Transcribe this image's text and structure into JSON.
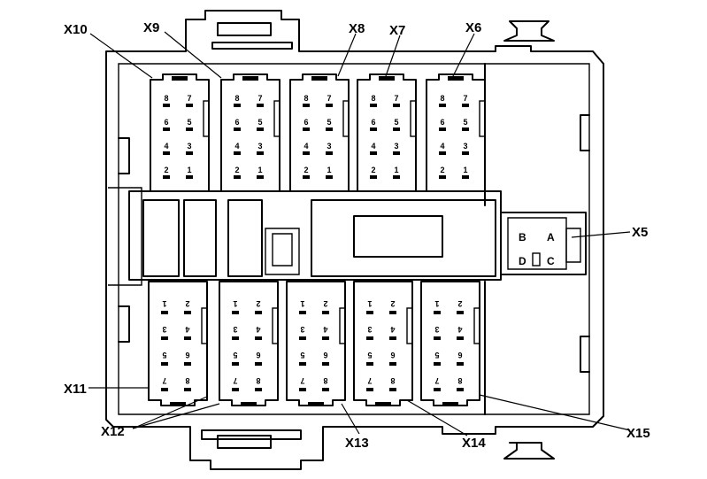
{
  "callouts": {
    "x10": "X10",
    "x9": "X9",
    "x8": "X8",
    "x7": "X7",
    "x6": "X6",
    "x5": "X5",
    "x11": "X11",
    "x12": "X12",
    "x13": "X13",
    "x14": "X14",
    "x15": "X15"
  },
  "x5_cavities": [
    "B",
    "A",
    "D",
    "C"
  ],
  "top_pin_pairs": [
    [
      "8",
      "7"
    ],
    [
      "6",
      "5"
    ],
    [
      "4",
      "3"
    ],
    [
      "2",
      "1"
    ]
  ],
  "bottom_pin_pairs": [
    [
      "1",
      "2"
    ],
    [
      "3",
      "4"
    ],
    [
      "5",
      "6"
    ],
    [
      "7",
      "8"
    ]
  ]
}
